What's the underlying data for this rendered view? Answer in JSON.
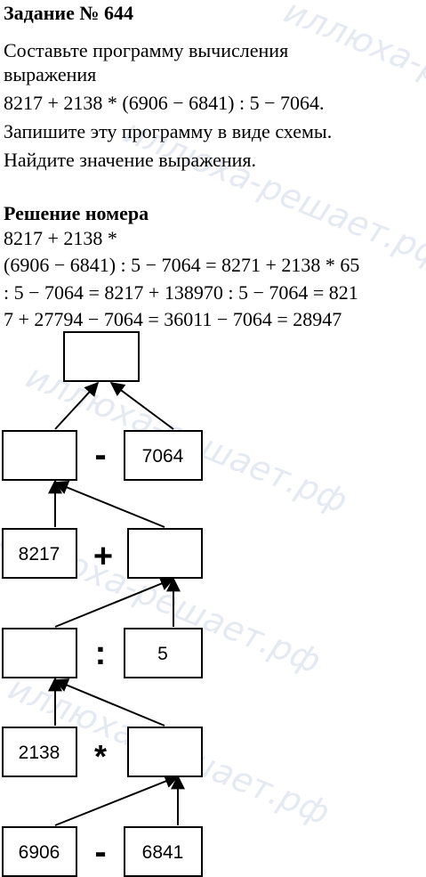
{
  "heading": "Задание № 644",
  "task": {
    "line1": "Составьте программу вычисления",
    "line2": "выражения",
    "line3": "8217 + 2138 * (6906 − 6841) : 5 − 7064.",
    "line4": "Запишите эту программу в виде схемы.",
    "line5": "Найдите значение выражения."
  },
  "solution": {
    "title": "Решение номера",
    "line1": "8217 + 2138 *",
    "line2": "(6906 − 6841) : 5 − 7064 = 8271 + 2138 * 65",
    "line3": ": 5 − 7064 = 8217 + 138970 : 5 − 7064 = 821",
    "line4": "7 + 27794 − 7064 = 36011 − 7064 = 28947"
  },
  "diagram": {
    "minus_right": "7064",
    "plus_left": "8217",
    "divide_right": "5",
    "times_left": "2138",
    "sub_left": "6906",
    "sub_right": "6841",
    "op_minus_top": "-",
    "op_plus": "+",
    "op_divide": ":",
    "op_times": "*",
    "op_minus_bottom": "-"
  },
  "watermark": "иллюха-решает.рф"
}
